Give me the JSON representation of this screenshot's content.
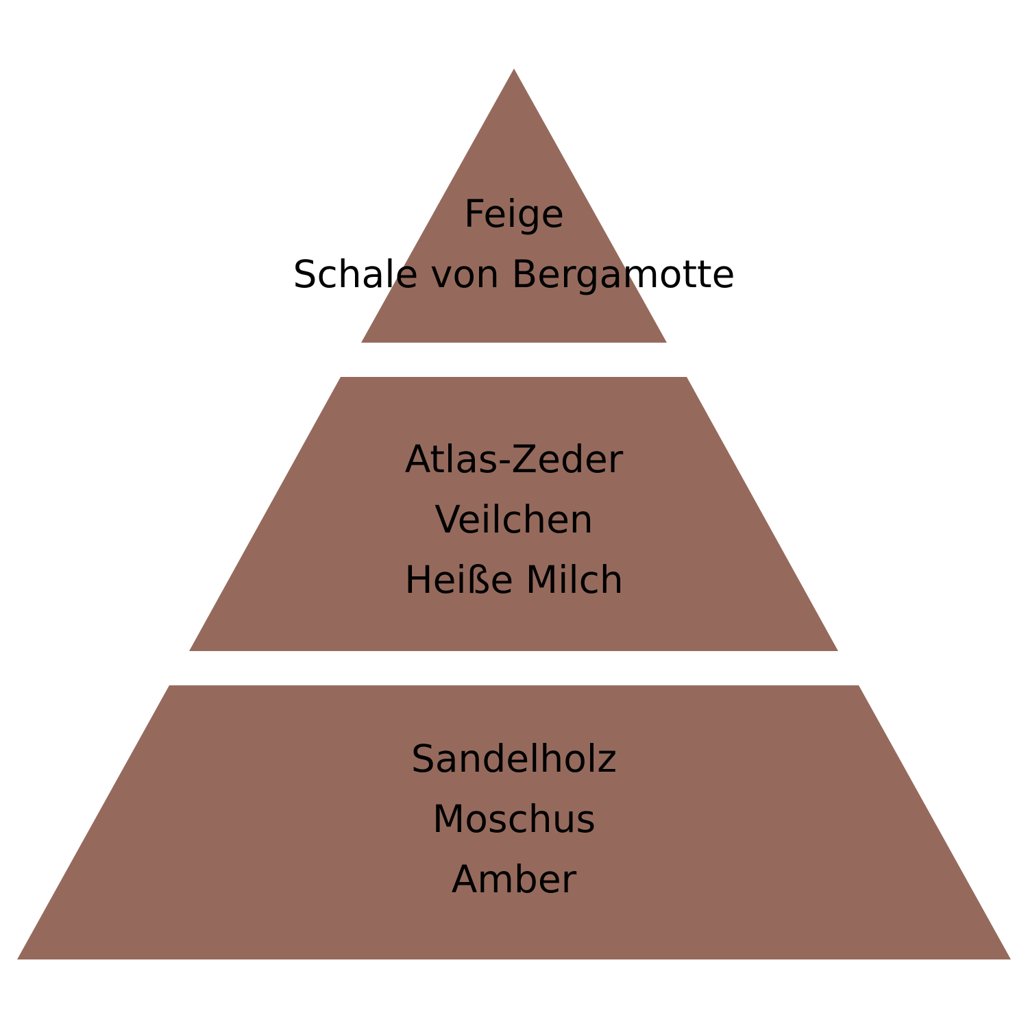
{
  "colors": {
    "tier_fill": "#956a5c",
    "text": "#000000",
    "background": "#ffffff"
  },
  "pyramid": {
    "tiers": [
      {
        "lines": [
          "Feige",
          "Schale von Bergamotte"
        ]
      },
      {
        "lines": [
          "Atlas-Zeder",
          "Veilchen",
          "Heiße Milch"
        ]
      },
      {
        "lines": [
          "Sandelholz",
          "Moschus",
          "Amber"
        ]
      }
    ]
  }
}
